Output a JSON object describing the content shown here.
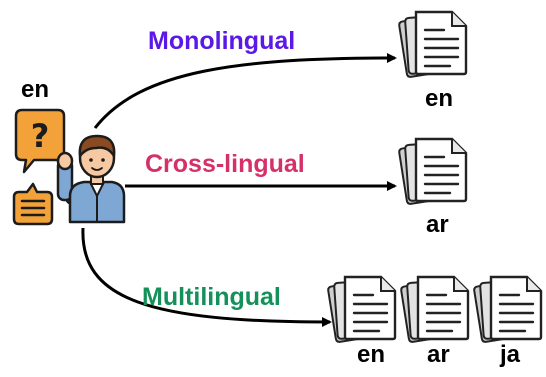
{
  "user": {
    "language": "en",
    "icons": [
      "question-speech-bubble-icon",
      "chat-bubble-icon",
      "person-raising-hand-icon"
    ]
  },
  "modes": {
    "monolingual": {
      "label": "Monolingual",
      "color": "#5a19e6",
      "doc_languages": [
        "en"
      ]
    },
    "crosslingual": {
      "label": "Cross-lingual",
      "color": "#d63068",
      "doc_languages": [
        "ar"
      ]
    },
    "multilingual": {
      "label": "Multilingual",
      "color": "#14915a",
      "doc_languages": [
        "en",
        "ar",
        "ja"
      ]
    }
  },
  "colors": {
    "icon_orange": "#f2a238",
    "icon_outline": "#1c1c1c",
    "shirt": "#7fa7d4",
    "skin": "#f7c9a3",
    "hair": "#8a4a22",
    "doc_front": "#ffffff",
    "doc_back": "#d6d6d6"
  }
}
